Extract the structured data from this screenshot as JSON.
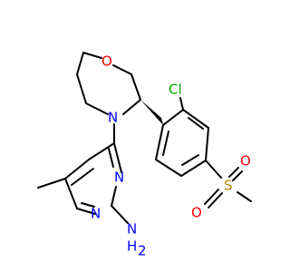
{
  "atoms": {
    "oxygen_ring": {
      "text": "O",
      "color": "#ff0000"
    },
    "nitrogen_ring": {
      "text": "N",
      "color": "#0000ff"
    },
    "chlorine": {
      "text": "Cl",
      "color": "#00aa00"
    },
    "sulfur": {
      "text": "S",
      "color": "#b8860b"
    },
    "sulfonyl_oxygen_top": {
      "text": "O",
      "color": "#ff0000"
    },
    "sulfonyl_oxygen_bottom": {
      "text": "O",
      "color": "#ff0000"
    },
    "pyrimidine_n_upper": {
      "text": "N",
      "color": "#0000ff"
    },
    "pyrimidine_n_lower": {
      "text": "N",
      "color": "#0000ff"
    },
    "amine_n": {
      "text": "N",
      "color": "#0000ff"
    },
    "amine_h2": {
      "text": "H",
      "color": "#0000ff"
    }
  }
}
